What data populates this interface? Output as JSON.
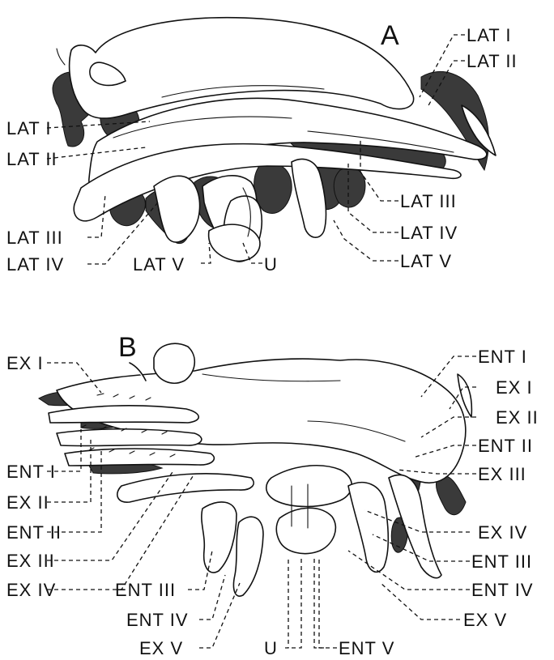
{
  "panel_a": {
    "title": "A",
    "labels": {
      "lat1_right": "LAT I",
      "lat2_right": "LAT II",
      "lat1_left": "LAT I",
      "lat2_left": "LAT II",
      "lat3_right": "LAT III",
      "lat4_right": "LAT IV",
      "lat5_right": "LAT V",
      "lat3_left": "LAT III",
      "lat4_left": "LAT IV",
      "lat5_bottom": "LAT V",
      "u": "U"
    }
  },
  "panel_b": {
    "title": "B",
    "labels": {
      "ex1_left": "EX I",
      "ent1_left": "ENT I",
      "ex2_left": "EX II",
      "ent2_left": "ENT II",
      "ex3_left": "EX III",
      "ex4_left": "EX IV",
      "ent3_bottom": "ENT III",
      "ent4_bottom": "ENT IV",
      "ex5_bottom": "EX V",
      "u": "U",
      "ent5_bottom": "ENT V",
      "ent1_right": "ENT I",
      "ex1_right": "EX I",
      "ex2_right": "EX II",
      "ent2_right": "ENT II",
      "ex3_right": "EX III",
      "ex4_right": "EX IV",
      "ent3_right": "ENT III",
      "ent4_right": "ENT IV",
      "ex5_right": "EX V"
    }
  }
}
